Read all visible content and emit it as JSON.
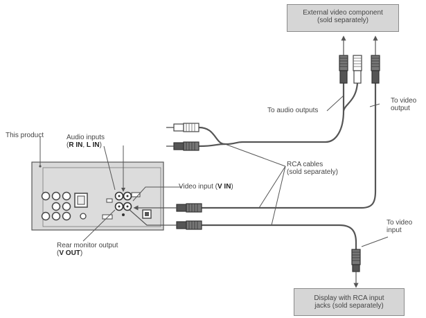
{
  "external_component": {
    "line1": "External video component",
    "line2": "(sold separately)"
  },
  "display": {
    "line1": "Display with RCA input",
    "line2": "jacks (sold separately)"
  },
  "labels": {
    "this_product": "This product",
    "audio_inputs": "Audio inputs",
    "audio_inputs_open": "(",
    "r_in": "R IN",
    "sep": ", ",
    "l_in": "L IN",
    "audio_inputs_close": ")",
    "video_input_prefix": "Video input (",
    "v_in": "V IN",
    "video_input_suffix": ")",
    "rear_monitor": "Rear monitor output",
    "v_out_open": "(",
    "v_out": "V OUT",
    "v_out_close": ")",
    "rca_cables_1": "RCA cables",
    "rca_cables_2": "(sold separately)",
    "to_audio_outputs": "To audio outputs",
    "to_video_output_1": "To video",
    "to_video_output_2": "output",
    "to_video_input_1": "To video",
    "to_video_input_2": "input"
  },
  "colors": {
    "line": "#555555",
    "box_fill": "#d6d6d6",
    "plug_dark": "#444444"
  }
}
